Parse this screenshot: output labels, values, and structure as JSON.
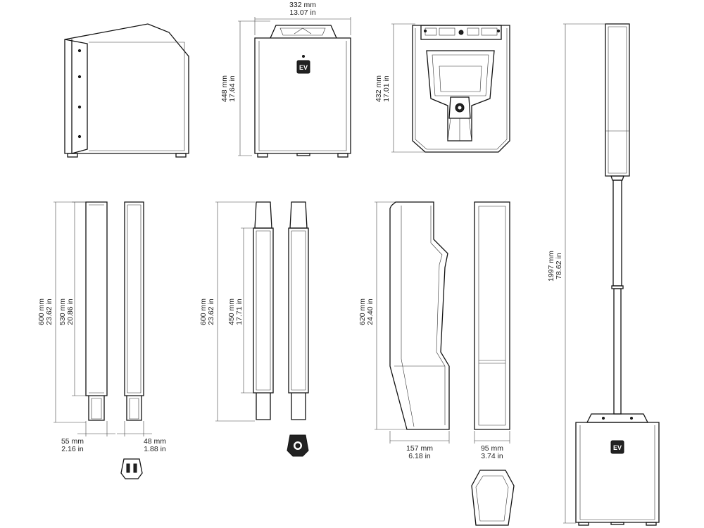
{
  "dimensions": {
    "sub_width": {
      "mm": "332 mm",
      "in": "13.07 in"
    },
    "sub_height": {
      "mm": "448 mm",
      "in": "17.64 in"
    },
    "sub_rear_height": {
      "mm": "432 mm",
      "in": "17.01 in"
    },
    "column_lower_length": {
      "mm": "600 mm",
      "in": "23.62 in"
    },
    "column_lower_inner": {
      "mm": "530 mm",
      "in": "20.86 in"
    },
    "column_lower_width": {
      "mm": "55 mm",
      "in": "2.16 in"
    },
    "column_lower_depth": {
      "mm": "48 mm",
      "in": "1.88 in"
    },
    "column_mid_length": {
      "mm": "600 mm",
      "in": "23.62 in"
    },
    "column_mid_inner": {
      "mm": "450 mm",
      "in": "17.71 in"
    },
    "column_top_length": {
      "mm": "620 mm",
      "in": "24.40 in"
    },
    "column_top_depth": {
      "mm": "157 mm",
      "in": "6.18 in"
    },
    "column_top_width": {
      "mm": "95 mm",
      "in": "3.74 in"
    },
    "total_height": {
      "mm": "1997 mm",
      "in": "78.62 in"
    }
  }
}
